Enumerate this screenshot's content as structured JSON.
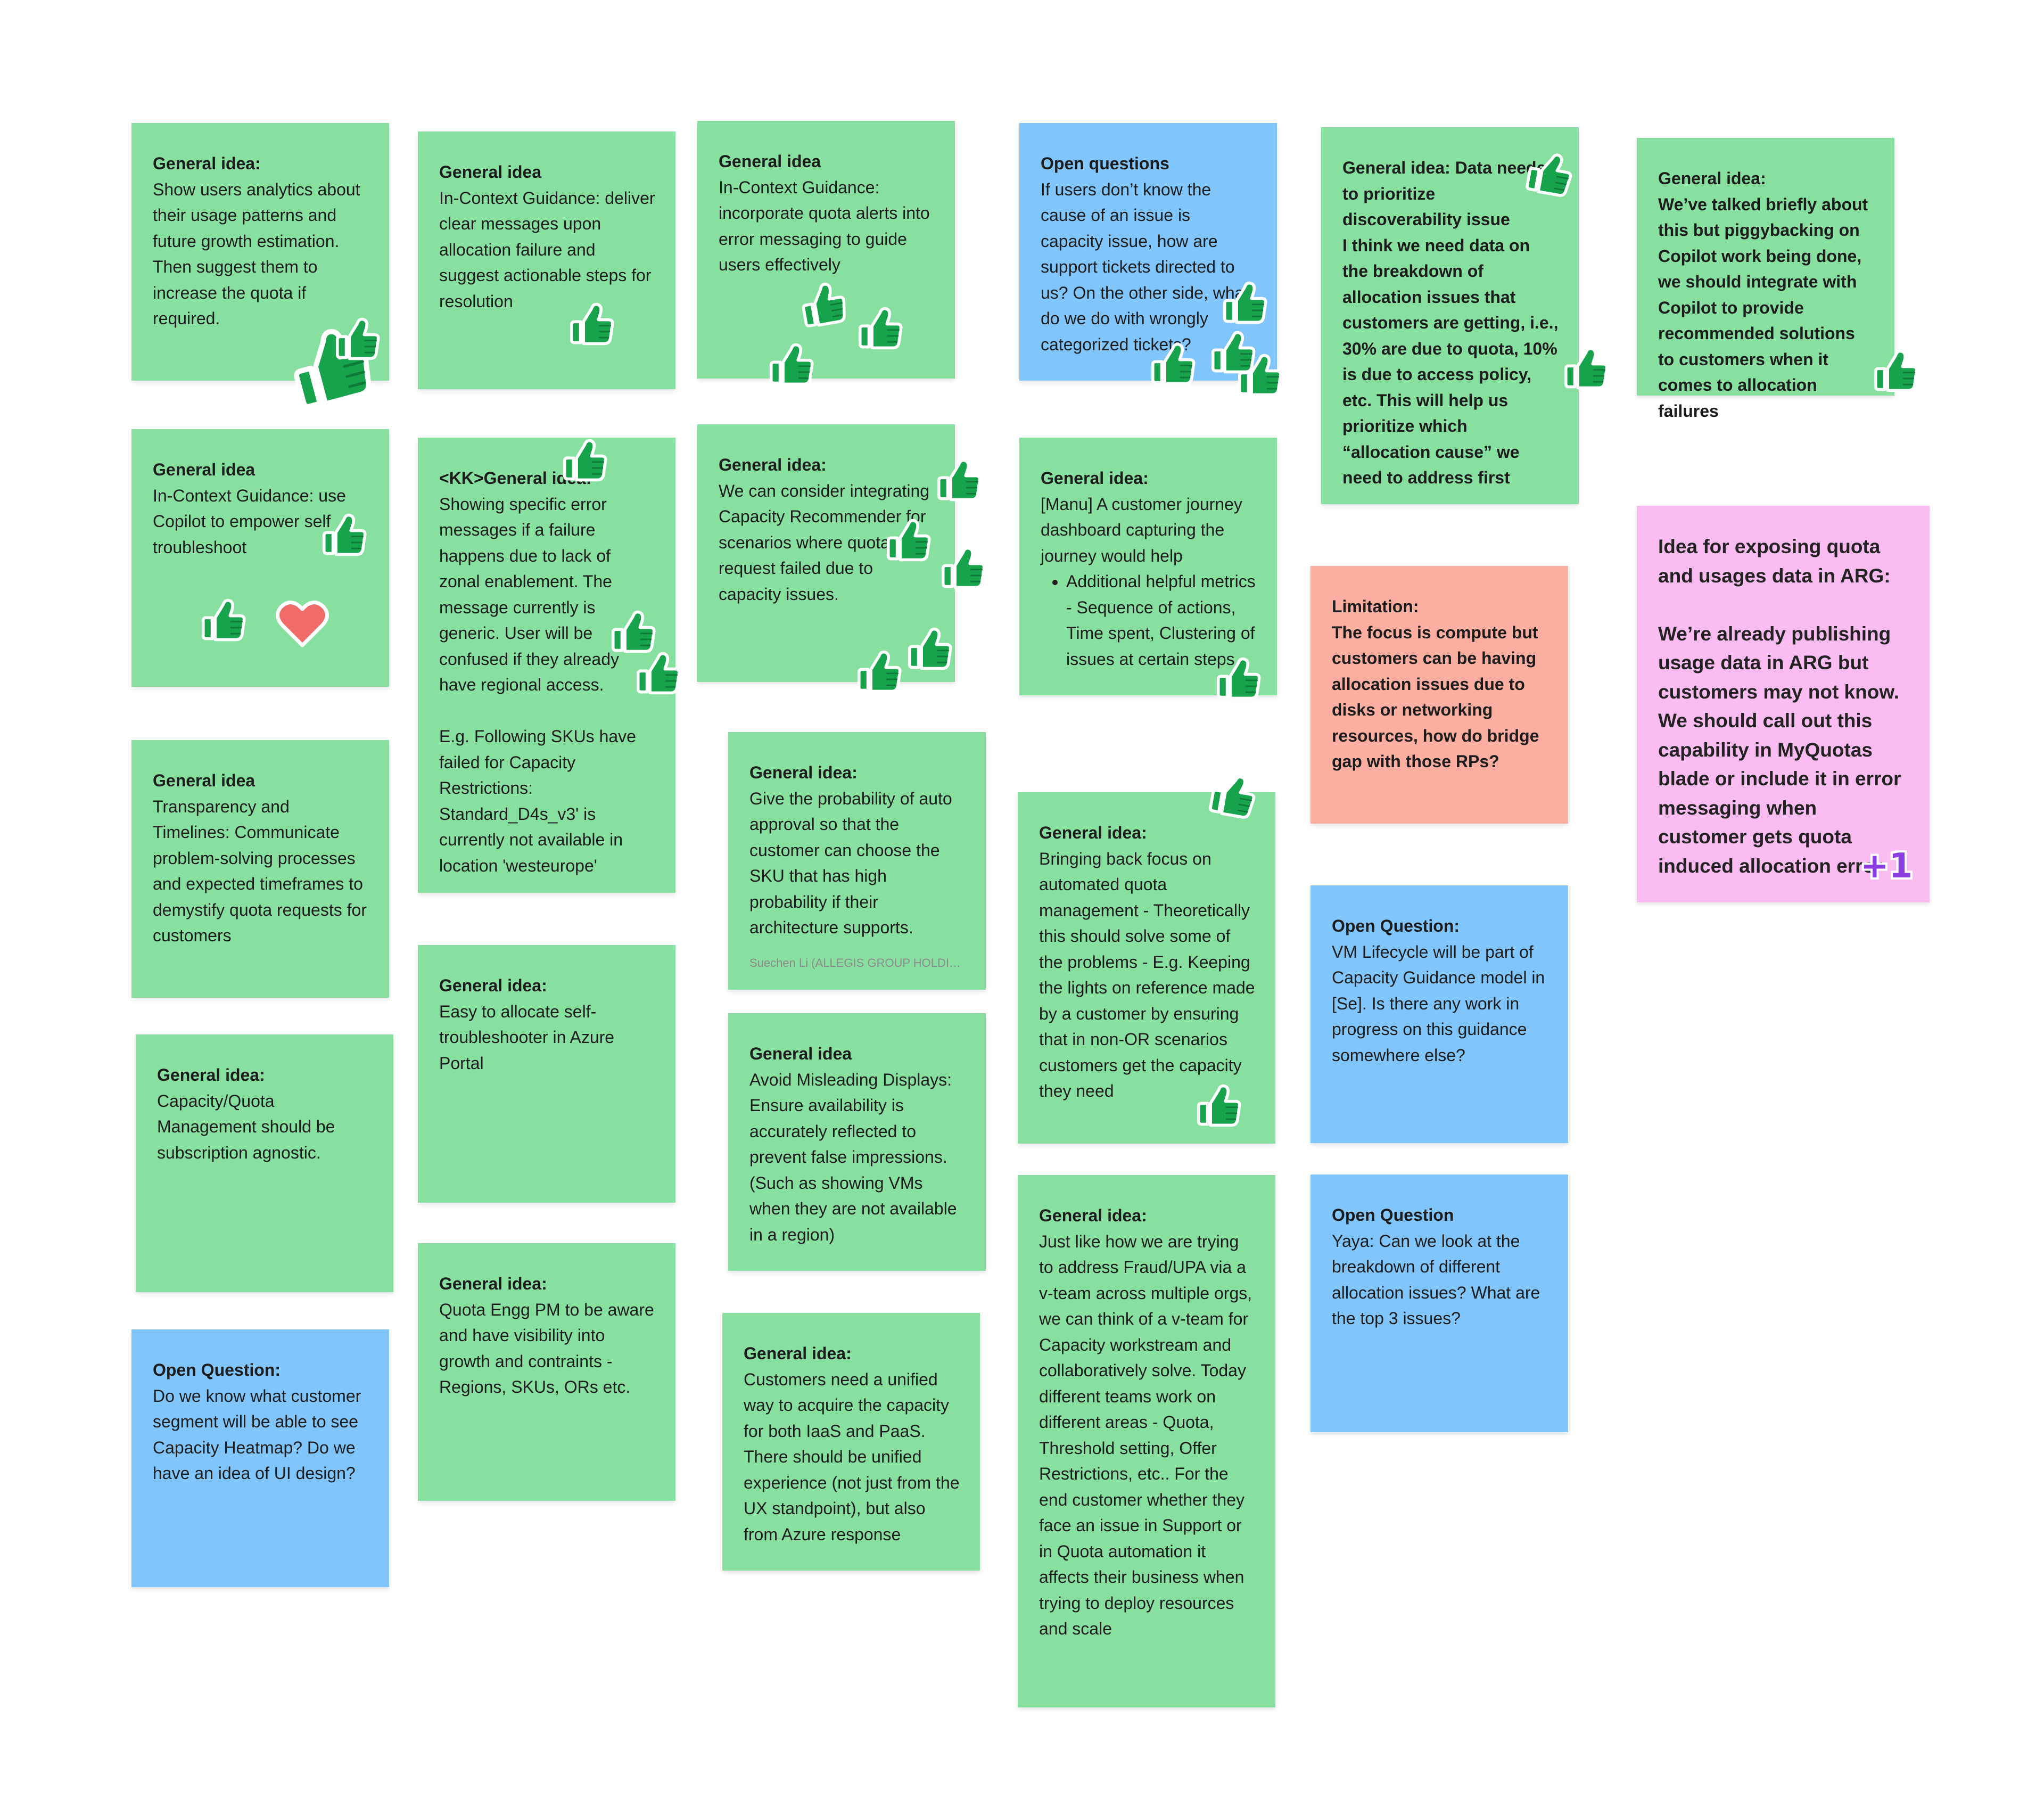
{
  "notes": {
    "n1": {
      "title": "General idea:",
      "body": "Show users analytics about their usage patterns and future growth estimation. Then suggest them to increase the quota if required."
    },
    "n2": {
      "title": "General idea",
      "body": "In-Context Guidance: deliver clear messages upon allocation failure and suggest actionable steps for resolution"
    },
    "n3": {
      "title": "General idea",
      "body": "In-Context Guidance: incorporate quota alerts into error messaging to guide users effectively"
    },
    "n4": {
      "title": "Open questions",
      "body": "If users don’t know the cause of an issue is capacity issue, how are support tickets directed to us? On the other side, what do we do with wrongly categorized tickets?"
    },
    "n5": {
      "title": "General idea: Data needed to prioritize discoverability issue",
      "body": "I think we need data on the breakdown of allocation issues that customers are getting, i.e., 30% are due to quota, 10% is due to access policy, etc. This will help us prioritize which “allocation cause” we need to address first"
    },
    "n6": {
      "title": "General idea:",
      "body": "We’ve talked briefly about this but piggybacking on Copilot work being done, we should integrate with Copilot to provide recommended solutions to customers when it comes to allocation failures"
    },
    "n7": {
      "title": "General idea",
      "body": "In-Context Guidance: use Copilot to empower self troubleshoot"
    },
    "n8": {
      "title": "<KK>General idea:",
      "body": "Showing specific error messages if a failure happens due to lack of zonal enablement. The message currently is generic. User will be confused if they already have regional access.\n\nE.g. Following SKUs have failed for Capacity Restrictions: Standard_D4s_v3' is currently not available in location 'westeurope'"
    },
    "n9": {
      "title": "General idea:",
      "body": "We can consider integrating Capacity Recommender for scenarios where quota request failed due to capacity issues."
    },
    "n10": {
      "title": "General idea:",
      "body": "[Manu] A customer journey dashboard capturing the journey would help",
      "bullet": "Additional helpful metrics - Sequence of actions, Time spent, Clustering of issues at certain steps"
    },
    "n11": {
      "title": "Limitation:",
      "body": "The focus is compute but customers can be having allocation issues due to disks or networking resources, how do bridge gap with those RPs?"
    },
    "n12": {
      "body": "Idea for exposing quota and usages data in ARG:\n\nWe’re already publishing usage data in ARG but customers may not know. We should call out this capability in MyQuotas blade or include it in error messaging when customer gets quota induced allocation error"
    },
    "n13": {
      "title": "General idea",
      "body": "Transparency and Timelines: Communicate problem-solving processes and expected timeframes to demystify quota requests for customers"
    },
    "n14": {
      "title": "General idea:",
      "body": "Give the probability of auto approval so that the customer can choose the SKU that has high probability if their architecture supports.",
      "author": "Suechen Li (ALLEGIS GROUP HOLDINGS INC)"
    },
    "n15": {
      "title": "General idea:",
      "body": "Bringing back focus on automated quota management - Theoretically this should solve some of the problems - E.g. Keeping the lights on reference made by a customer by ensuring that in non-OR scenarios customers get the capacity they need"
    },
    "n16": {
      "title": "Open Question:",
      "body": "VM Lifecycle will be part of Capacity Guidance model in [Se]. Is there any work in progress on this guidance somewhere else?"
    },
    "n17": {
      "title": "General idea:",
      "body": "Easy to allocate self-troubleshooter in Azure Portal"
    },
    "n18": {
      "title": "General idea:",
      "body": "Capacity/Quota Management should be subscription agnostic."
    },
    "n19": {
      "title": "General idea",
      "body": "Avoid Misleading Displays: Ensure availability is accurately reflected to prevent false impressions. (Such as showing VMs when they are not available in a region)"
    },
    "n20": {
      "title": "General idea:",
      "body": "Just like how we are trying to address Fraud/UPA via a v-team across multiple orgs, we can think of a v-team for Capacity workstream and collaboratively solve. Today different teams work on different areas - Quota, Threshold setting, Offer Restrictions, etc.. For the end customer whether they face an issue in Support or in Quota automation it affects their business when trying to deploy resources and scale"
    },
    "n21": {
      "title": "Open Question",
      "body": "Yaya: Can we look at the breakdown of different allocation issues? What are the top 3 issues?"
    },
    "n22": {
      "title": "Open Question:",
      "body": "Do we know what customer segment will be able to see Capacity Heatmap? Do we have an idea of UI design?"
    },
    "n23": {
      "title": "General idea:",
      "body": "Quota Engg PM to be aware and have visibility into growth and contraints - Regions, SKUs, ORs etc."
    },
    "n24": {
      "title": "General idea:",
      "body": "Customers need a unified way to acquire the capacity for both IaaS and PaaS. There should be unified experience (not just from the UX standpoint), but also from Azure response"
    }
  },
  "reactions": {
    "thumbs_up": "thumbs-up",
    "heart": "heart",
    "plus_one": "+1"
  },
  "colors": {
    "green_note": "#87e0a0",
    "blue_note": "#80c5fb",
    "salmon_note": "#fcafa1",
    "pink_note": "#fbbdf1",
    "thumb_green": "#17a24c",
    "heart_red": "#f26b6b",
    "plus_one_purple": "#8b3fe0"
  }
}
